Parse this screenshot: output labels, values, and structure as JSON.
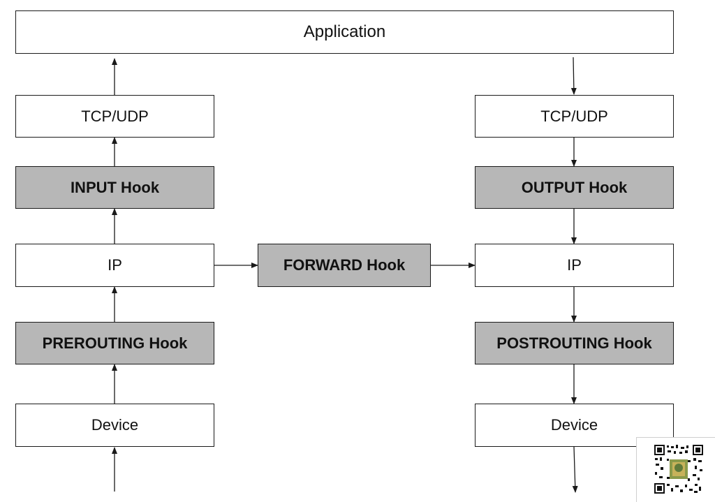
{
  "diagram": {
    "application": "Application",
    "left": {
      "tcp_udp": "TCP/UDP",
      "input_hook": "INPUT Hook",
      "ip": "IP",
      "prerouting_hook": "PREROUTING Hook",
      "device": "Device"
    },
    "middle": {
      "forward_hook": "FORWARD Hook"
    },
    "right": {
      "tcp_udp": "TCP/UDP",
      "output_hook": "OUTPUT Hook",
      "ip": "IP",
      "postrouting_hook": "POSTROUTING Hook",
      "device": "Device"
    }
  },
  "colors": {
    "hook_fill": "#b7b7b7",
    "plain_fill": "#ffffff",
    "stroke": "#1a1a1a"
  },
  "icons": {
    "qr_code": "qr-code-icon"
  }
}
